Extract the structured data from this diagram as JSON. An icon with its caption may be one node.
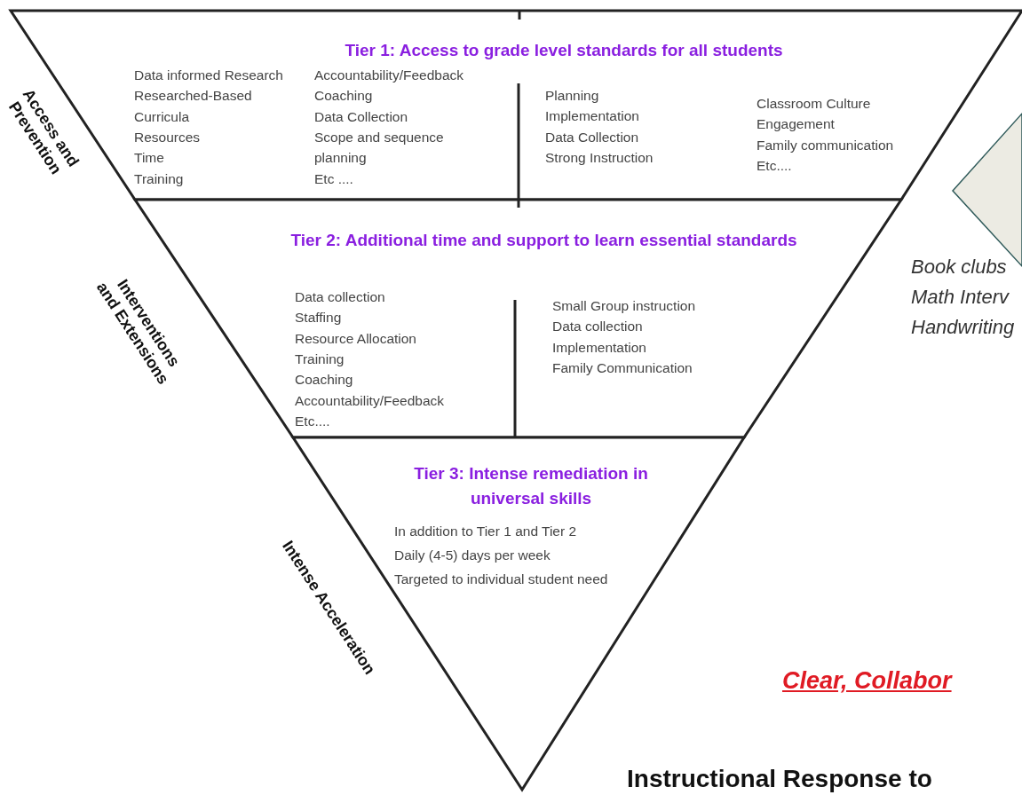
{
  "diagram": {
    "nodes": [
      {
        "text": [
          "Tier 1: Access to grade level standards for all students",
          "Data informed Research",
          "Researched-Based",
          "Curricula",
          "Resources",
          "Time",
          "Training",
          "Accountability/Feedback",
          "Coaching",
          "Data Collection",
          "Scope and sequence",
          "planning",
          "Etc ....",
          "Planning",
          "Implementation",
          "Data Collection",
          "Strong Instruction",
          "Classroom Culture",
          "Engagement",
          "Family communication",
          "Etc...."
        ],
        "beside": [
          "Access and Prevention"
        ]
      },
      {
        "text": [
          "Tier 2: Additional time and support to learn essential standards",
          "Data collection",
          "Staffing",
          "Resource Allocation",
          "Training",
          "Coaching",
          "Accountability/Feedback",
          "Etc....",
          "Small Group instruction",
          "Data collection",
          "Implementation",
          "Family Communication"
        ],
        "beside": [
          "Interventions and Extensions"
        ]
      },
      {
        "text": [
          "Tier 3: Intense remediation in universal skills",
          "In addition to Tier 1 and Tier 2",
          "Daily (4-5) days per week",
          "Targeted to individual student need"
        ],
        "beside": [
          "Intense Acceleration"
        ]
      },
      {
        "text": [],
        "shape": "callout"
      }
    ],
    "labels": [
      "Book clubs",
      "Math Interv",
      "Handwriting",
      "Clear, Collabor",
      "Instructional Response to"
    ]
  }
}
